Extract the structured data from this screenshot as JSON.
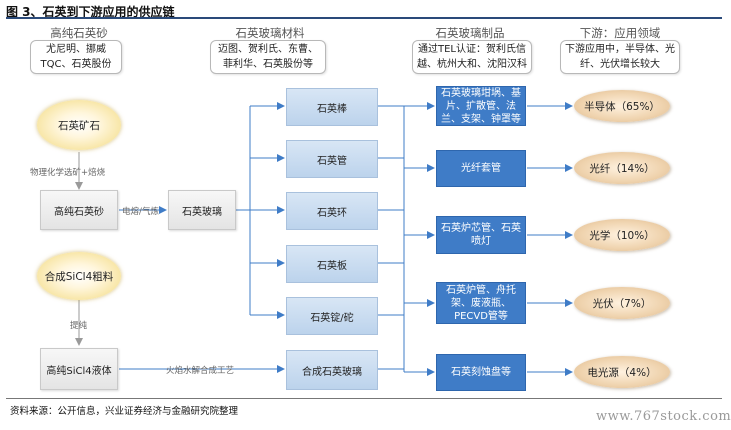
{
  "title": "图 3、石英到下游应用的供应链",
  "source": "资料来源：公开信息，兴业证券经济与金融研究院整理",
  "watermark": "www.767stock.com",
  "columns": {
    "c1": "高纯石英砂",
    "c2": "石英玻璃材料",
    "c3": "石英玻璃制品",
    "c4": "下游：应用领域"
  },
  "notes": {
    "n1": "尤尼明、挪威TQC、石英股份",
    "n2": "迈图、贺利氏、东曹、菲利华、石英股份等",
    "n3": "通过TEL认证：贺利氏信越、杭州大和、沈阳汉科",
    "n4": "下游应用中，半导体、光纤、光伏增长较大"
  },
  "sources": {
    "quartz_ore": "石英矿石",
    "sicl4_raw": "合成SiCl4粗料"
  },
  "edge_labels": {
    "ore_to_sand": "物理化学选矿+焙烧",
    "sand_to_glass": "电熔/气炼",
    "raw_to_liquid": "提纯",
    "liquid_to_synth": "火焰水解合成工艺"
  },
  "stage": {
    "high_purity_sand": "高纯石英砂",
    "sicl4_liquid": "高纯SiCl4液体",
    "quartz_glass": "石英玻璃"
  },
  "materials": [
    "石英棒",
    "石英管",
    "石英环",
    "石英板",
    "石英锭/砣",
    "合成石英玻璃"
  ],
  "products": [
    "石英玻璃坩埚、基片、扩散管、法兰、支架、钟罩等",
    "光纤套管",
    "石英炉芯管、石英喷灯",
    "石英炉管、舟托架、废液瓶、PECVD管等",
    "石英刻蚀盘等"
  ],
  "applications": [
    "半导体（65%）",
    "光纤（14%）",
    "光学（10%）",
    "光伏（7%）",
    "电光源（4%）"
  ],
  "colors": {
    "title_rule": "#2a4a7a",
    "product_blue": "#3f7cc7",
    "material_blue": "#bcd3ec",
    "arrow": "#3f7cc7"
  }
}
